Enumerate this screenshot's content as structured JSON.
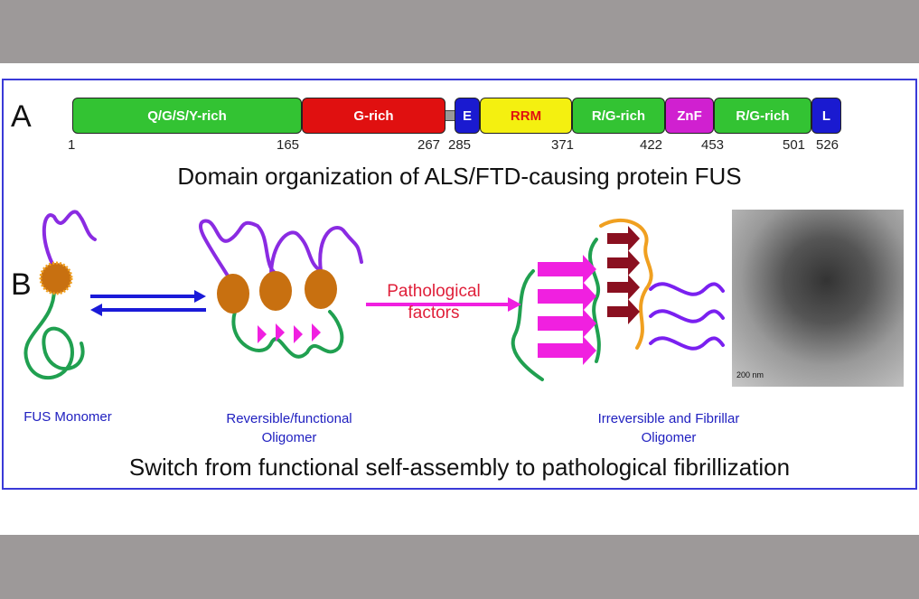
{
  "panel_a": {
    "letter": "A",
    "domains": [
      {
        "label": "Q/G/S/Y-rich",
        "color": "#33c333"
      },
      {
        "label": "G-rich",
        "color": "#e01010"
      },
      {
        "label": "E",
        "color": "#1a1ad0"
      },
      {
        "label": "RRM",
        "color": "#f4f010",
        "text_color": "#e01010"
      },
      {
        "label": "R/G-rich",
        "color": "#33c333"
      },
      {
        "label": "ZnF",
        "color": "#d020d0"
      },
      {
        "label": "R/G-rich",
        "color": "#33c333"
      },
      {
        "label": "L",
        "color": "#1a1ad0"
      }
    ],
    "positions": [
      "1",
      "165",
      "267",
      "285",
      "371",
      "422",
      "453",
      "501",
      "526"
    ],
    "title": "Domain organization of ALS/FTD-causing protein FUS"
  },
  "panel_b": {
    "letter": "B",
    "monomer_label": "FUS Monomer",
    "oligomer_label_1": "Reversible/functional",
    "oligomer_label_2": "Oligomer",
    "factors_1": "Pathological",
    "factors_2": "factors",
    "fibril_label_1": "Irreversible and Fibrillar",
    "fibril_label_2": "Oligomer",
    "scale_bar": "200 nm",
    "title": "Switch from functional self-assembly to pathological fibrillization"
  }
}
